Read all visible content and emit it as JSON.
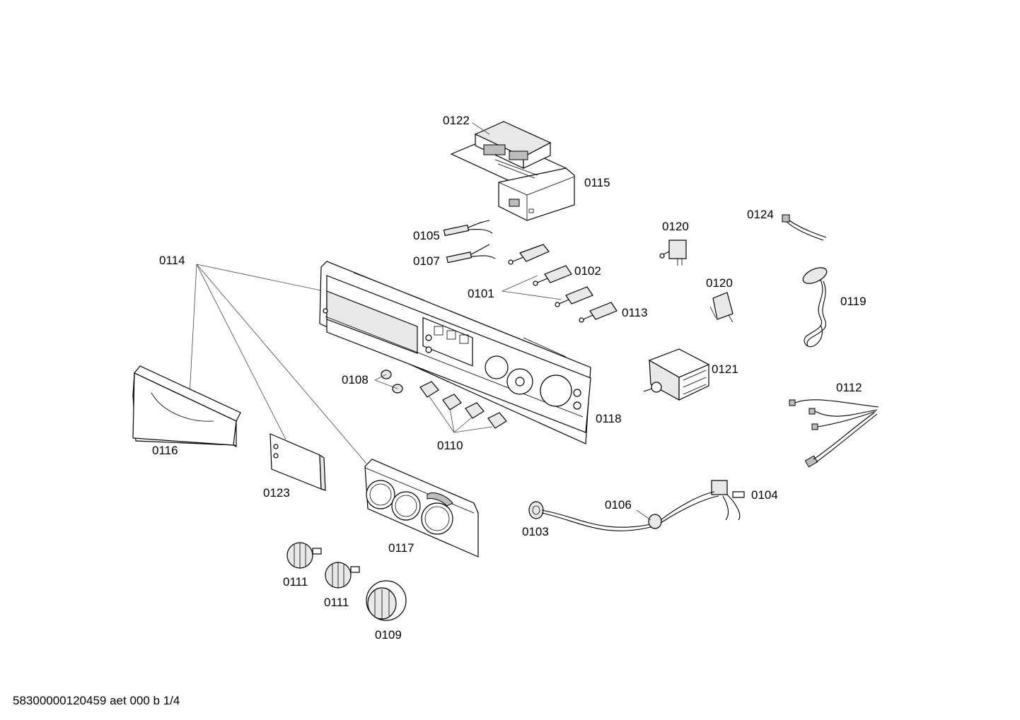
{
  "labels": {
    "l0122": "0122",
    "l0115": "0115",
    "l0105": "0105",
    "l0107": "0107",
    "l0120a": "0120",
    "l0124": "0124",
    "l0114": "0114",
    "l0102": "0102",
    "l0101": "0101",
    "l0113": "0113",
    "l0120b": "0120",
    "l0119": "0119",
    "l0121": "0121",
    "l0108": "0108",
    "l0112": "0112",
    "l0118": "0118",
    "l0116": "0116",
    "l0110": "0110",
    "l0123": "0123",
    "l0106": "0106",
    "l0104": "0104",
    "l0103": "0103",
    "l0117": "0117",
    "l0111a": "0111",
    "l0111b": "0111",
    "l0109": "0109"
  },
  "footer": "58300000120459 aet 000 b 1/4"
}
